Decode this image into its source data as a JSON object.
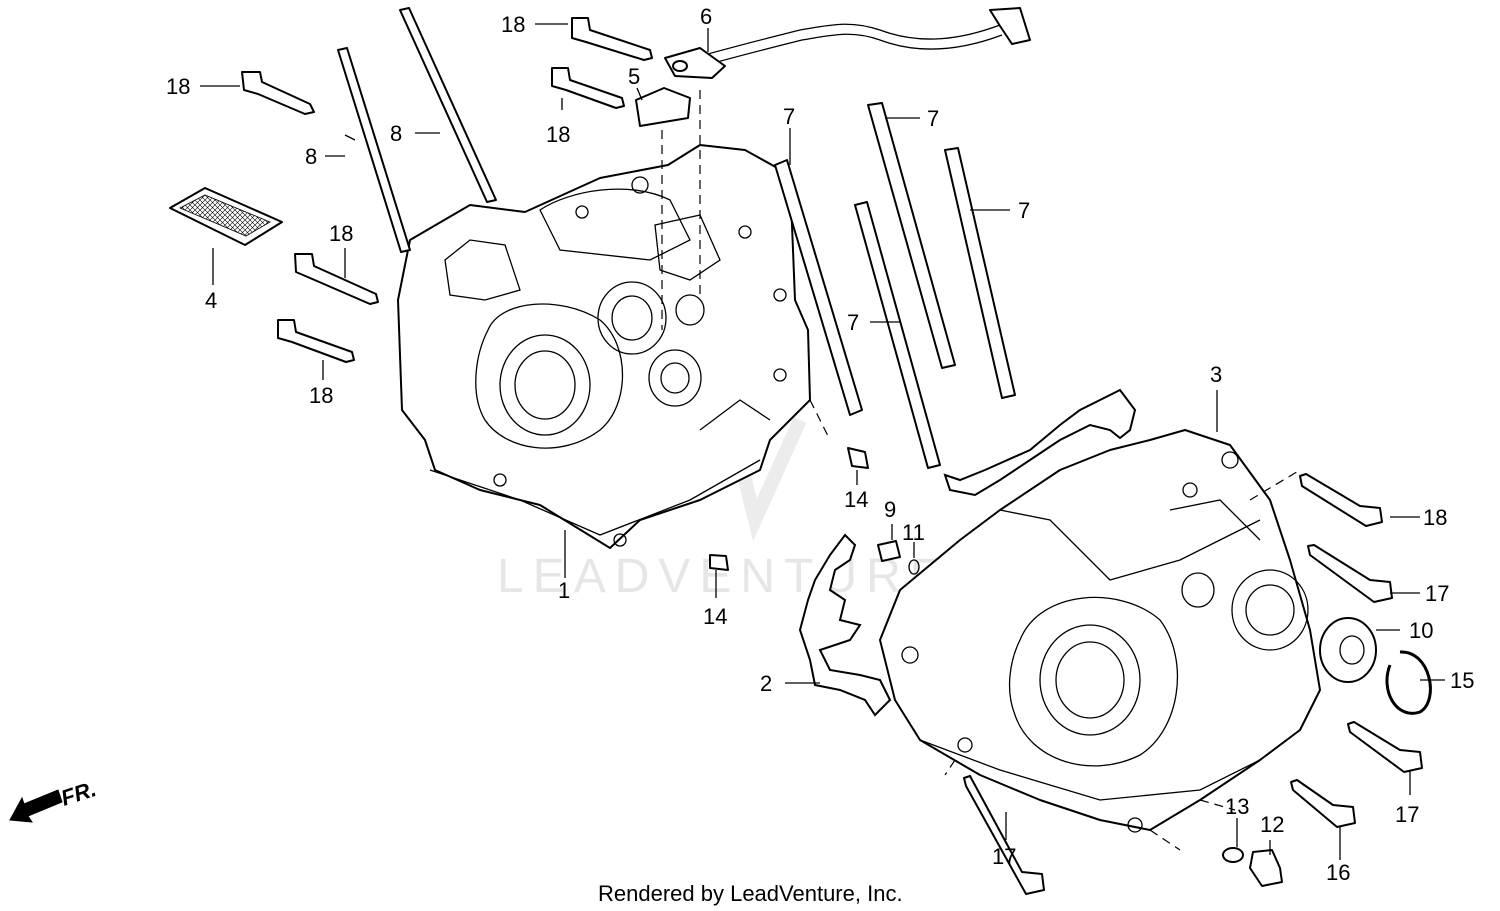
{
  "diagram": {
    "callouts": {
      "c1": "1",
      "c2": "2",
      "c3": "3",
      "c4": "4",
      "c5": "5",
      "c6": "6",
      "c7a": "7",
      "c7b": "7",
      "c7c": "7",
      "c7d": "7",
      "c8a": "8",
      "c8b": "8",
      "c9": "9",
      "c10": "10",
      "c11": "11",
      "c12": "12",
      "c13": "13",
      "c14a": "14",
      "c14b": "14",
      "c15": "15",
      "c16": "16",
      "c17a": "17",
      "c17b": "17",
      "c17c": "17",
      "c18a": "18",
      "c18b": "18",
      "c18c": "18",
      "c18d": "18",
      "c18e": "18",
      "c18f": "18"
    },
    "front_indicator": "FR.",
    "watermark": "LEADVENTURE",
    "footer": "Rendered by LeadVenture, Inc."
  }
}
